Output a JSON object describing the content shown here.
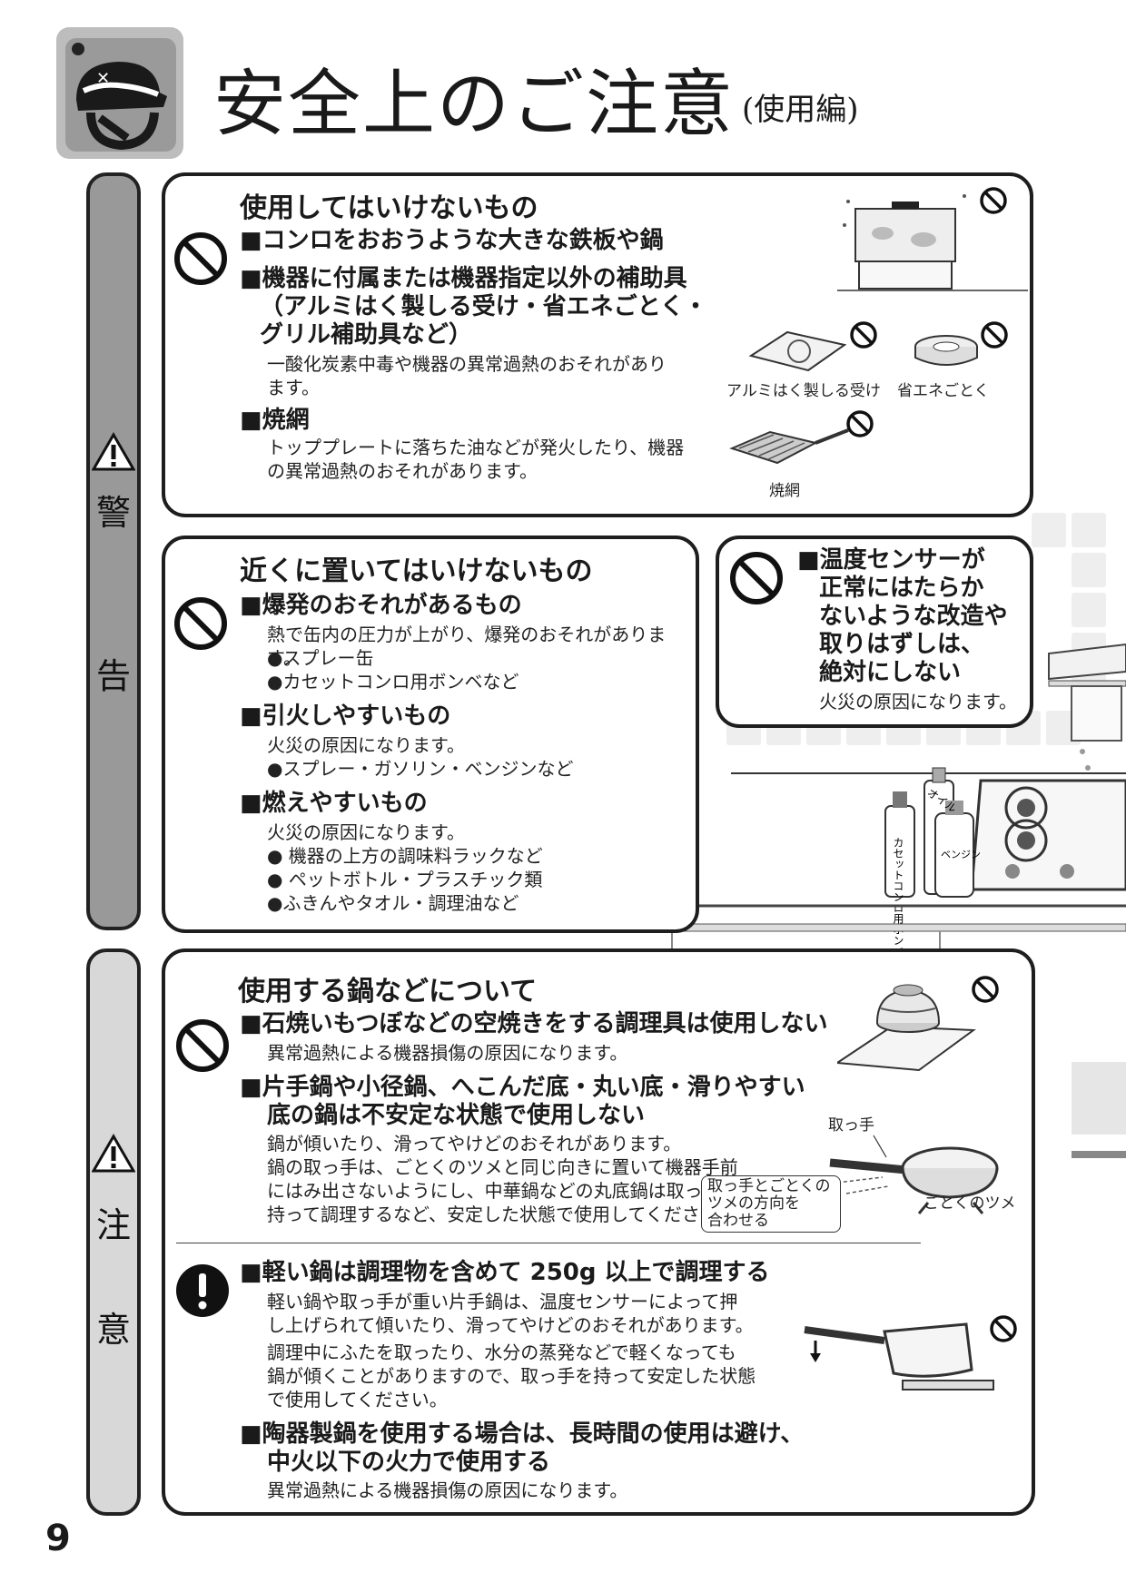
{
  "header": {
    "title": "安全上のご注意",
    "subtitle": "(使用編)"
  },
  "tabs": {
    "warning": [
      "警",
      "告"
    ],
    "caution": [
      "注",
      "意"
    ]
  },
  "panel1": {
    "title": "使用してはいけないもの",
    "items": [
      {
        "head": "■コンロをおおうような大きな鉄板や鍋"
      },
      {
        "head_lines": [
          "■機器に付属または機器指定以外の補助具",
          "（アルミはく製しる受け・省エネごとく・",
          "グリル補助具など）"
        ],
        "body_lines": [
          "一酸化炭素中毒や機器の異常過熱のおそれがあり",
          "ます。"
        ]
      },
      {
        "head": "■焼網",
        "body_lines": [
          "トッププレートに落ちた油などが発火したり、機器",
          "の異常過熱のおそれがあります。"
        ]
      }
    ],
    "captions": {
      "foil": "アルミはく製しる受け",
      "saver": "省エネごとく",
      "grill": "焼網"
    }
  },
  "panel2": {
    "title": "近くに置いてはいけないもの",
    "sections": [
      {
        "head": "■爆発のおそれがあるもの",
        "lines": [
          "熱で缶内の圧力が上がり、爆発のおそれがあります。",
          "●スプレー缶",
          "●カセットコンロ用ボンベなど"
        ]
      },
      {
        "head": "■引火しやすいもの",
        "lines": [
          "火災の原因になります。",
          "●スプレー・ガソリン・ベンジンなど"
        ]
      },
      {
        "head": "■燃えやすいもの",
        "lines": [
          "火災の原因になります。",
          "● 機器の上方の調味料ラックなど",
          "● ペットボトル・プラスチック類",
          "●ふきんやタオル・調理油など"
        ]
      }
    ]
  },
  "panel3": {
    "head_lines": [
      "■温度センサーが",
      "正常にはたらか",
      "ないような改造や",
      "取りはずしは、",
      "絶対にしない"
    ],
    "body": "火災の原因になります。"
  },
  "scene_labels": {
    "bottle1": "カセットコンロ用ボンベ",
    "bottle2": "オイル",
    "bottle3": "ベンジン"
  },
  "panel4": {
    "title": "使用する鍋などについて",
    "sec1": {
      "head": "■石焼いもつぼなどの空焼きをする調理具は使用しない",
      "body": "異常過熱による機器損傷の原因になります。"
    },
    "sec2": {
      "head_lines": [
        "■片手鍋や小径鍋、へこんだ底・丸い底・滑りやすい",
        "底の鍋は不安定な状態で使用しない"
      ],
      "body_lines": [
        "鍋が傾いたり、滑ってやけどのおそれがあります。",
        "鍋の取っ手は、ごとくのツメと同じ向きに置いて機器手前",
        "にはみ出さないようにし、中華鍋などの丸底鍋は取っ手を",
        "持って調理するなど、安定した状態で使用してください。"
      ]
    },
    "pan_labels": {
      "handle": "取っ手",
      "align_lines": [
        "取っ手とごとくの",
        "ツメの方向を",
        "合わせる"
      ],
      "claw": "ごとくのツメ"
    },
    "sec3": {
      "head": "■軽い鍋は調理物を含めて 250g 以上で調理する",
      "body_lines": [
        "軽い鍋や取っ手が重い片手鍋は、温度センサーによって押",
        "し上げられて傾いたり、滑ってやけどのおそれがあります。",
        "調理中にふたを取ったり、水分の蒸発などで軽くなっても",
        "鍋が傾くことがありますので、取っ手を持って安定した状態",
        "で使用してください。"
      ]
    },
    "sec4": {
      "head_lines": [
        "■陶器製鍋を使用する場合は、長時間の使用は避け、",
        "中火以下の火力で使用する"
      ],
      "body": "異常過熱による機器損傷の原因になります。"
    }
  },
  "page_number": "9"
}
